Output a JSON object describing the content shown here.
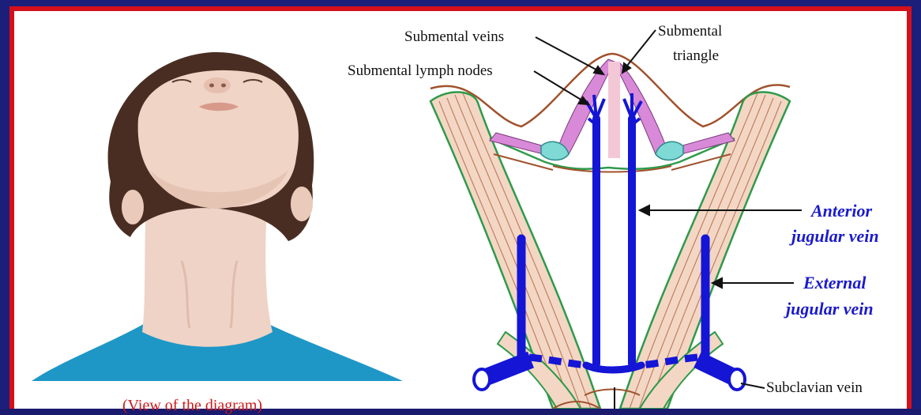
{
  "caption": "(View of the diagram)",
  "labels": {
    "submental_veins": "Submental veins",
    "submental_triangle_1": "Submental",
    "submental_triangle_2": "triangle",
    "submental_lymph_nodes": "Submental lymph nodes",
    "anterior_jugular_1": "Anterior",
    "anterior_jugular_2": "jugular vein",
    "external_jugular_1": "External",
    "external_jugular_2": "jugular vein",
    "subclavian_vein": "Subclavian vein"
  },
  "colors": {
    "vein": "#1515d6",
    "muscle": "#f3d7c4",
    "muscle_line": "#b46a4a",
    "outline_green": "#2e9a4a",
    "border_red": "#d4101a",
    "border_blue": "#1c1f7a",
    "lymph": "#7fd9d4",
    "submental_muscle": "#d88ad8"
  }
}
